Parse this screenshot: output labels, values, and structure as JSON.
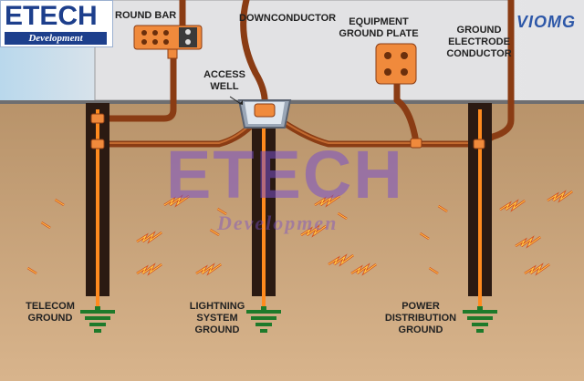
{
  "labels": {
    "ground_bar": "ROUND BAR",
    "downconductor": "DOWNCONDUCTOR",
    "equipment_ground_plate": "EQUIPMENT\nGROUND PLATE",
    "ground_electrode_conductor": "GROUND\nELECTRODE\nCONDUCTOR",
    "access_well": "ACCESS\nWELL",
    "telecom_ground": "TELECOM\nGROUND",
    "lightning_system_ground": "LIGHTNING\nSYSTEM\nGROUND",
    "power_distribution_ground": "POWER\nDISTRIBUTION\nGROUND"
  },
  "logo": {
    "title": "ETECH",
    "subtitle": "Development"
  },
  "brand": "VIOMG",
  "watermark": {
    "title": "ETECH",
    "subtitle": "Developmen"
  },
  "colors": {
    "sky": "#e6e6e8",
    "soil": "#c9a27a",
    "rod": "#2b1a12",
    "conductor": "#9a4a1a",
    "core": "#ff8a1e",
    "plate": "#f08a3c",
    "ground_symbol": "#1e7a2a",
    "logo_blue": "#1d3f8c"
  },
  "icons": [
    "ground-symbol-icon",
    "sparks-icon"
  ]
}
